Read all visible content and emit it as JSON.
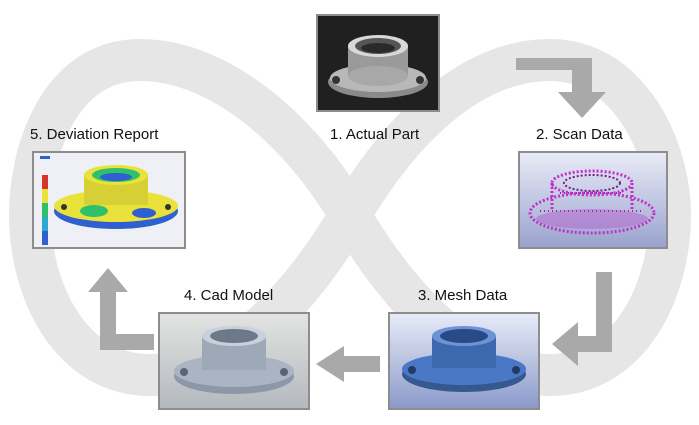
{
  "steps": [
    {
      "label": "1. Actual Part",
      "image": "actual-part-photo"
    },
    {
      "label": "2. Scan Data",
      "image": "scan-point-cloud"
    },
    {
      "label": "3. Mesh Data",
      "image": "mesh-model"
    },
    {
      "label": "4. Cad Model",
      "image": "cad-model"
    },
    {
      "label": "5. Deviation Report",
      "image": "deviation-color-map"
    }
  ],
  "colors": {
    "loop": "#e6e6e6",
    "arrow": "#a9a9a9",
    "panel_border": "#8d8d8d",
    "scan": "#c030c8",
    "mesh": "#4a78c4",
    "cad": "#aab4c2",
    "deviation_yellow": "#e8e23a",
    "deviation_green": "#2ec06a",
    "deviation_blue": "#2f5fd0"
  }
}
